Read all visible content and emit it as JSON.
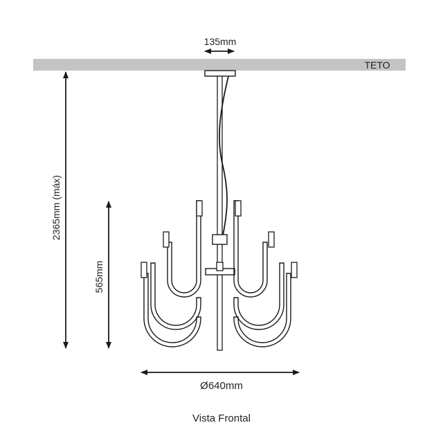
{
  "diagram": {
    "ceiling_label": "TETO",
    "canopy_width_label": "135mm",
    "total_height_label": "2365mm (máx)",
    "fixture_height_label": "565mm",
    "diameter_label": "Ø640mm",
    "caption": "Vista Frontal"
  },
  "colors": {
    "ceiling": "#c4c4c4",
    "line": "#1a1a1a",
    "text": "#222222"
  }
}
